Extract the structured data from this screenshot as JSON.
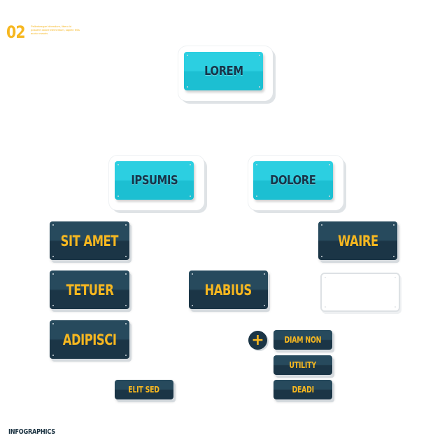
{
  "header": {
    "step_number": "02",
    "description": "Pellentesque bibendum, libero id posuere dolore elementum, sapien felis auctor mauris"
  },
  "footer": {
    "label": "INFOGRAPHICS"
  },
  "nodes": {
    "root": "LOREM",
    "ipsumis": "IPSUMIS",
    "dolore": "DOLORE",
    "sit_amet": "SIT AMET",
    "tetuer": "TETUER",
    "adipisci": "ADIPISCI",
    "elit_sed": "ELIT SED",
    "habius": "HABIUS",
    "waire": "WAIRE",
    "diam_non": "DIAM NON",
    "utility": "UTILITY",
    "deadi": "DEADI"
  },
  "plus_symbol": "+",
  "colors": {
    "accent_yellow": "#f6b720",
    "cyan": "#2ccfe1",
    "navy": "#1b3546",
    "label_dark": "#17354a"
  }
}
